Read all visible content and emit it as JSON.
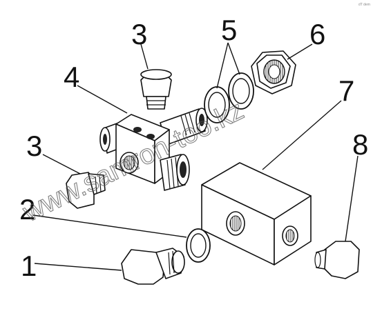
{
  "callouts": [
    {
      "id": "1",
      "label": "1"
    },
    {
      "id": "2",
      "label": "2"
    },
    {
      "id": "3a",
      "label": "3"
    },
    {
      "id": "3b",
      "label": "3"
    },
    {
      "id": "4",
      "label": "4"
    },
    {
      "id": "5",
      "label": "5"
    },
    {
      "id": "6",
      "label": "6"
    },
    {
      "id": "7",
      "label": "7"
    },
    {
      "id": "8",
      "label": "8"
    }
  ],
  "watermark": "www.samron-too.kz",
  "corner_mark": "dT dem"
}
